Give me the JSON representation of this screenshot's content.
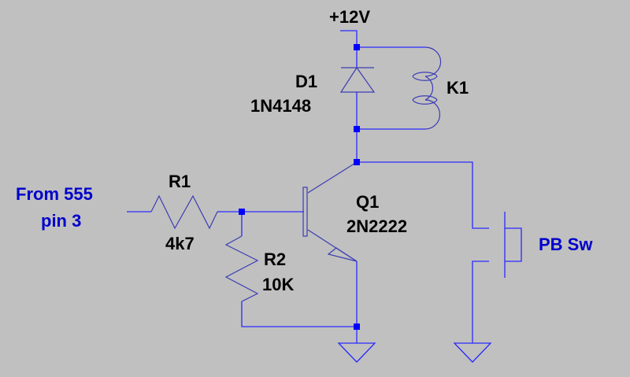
{
  "schematic": {
    "supply_label": "+12V",
    "input_label_line1": "From 555",
    "input_label_line2": "pin 3",
    "switch_label": "PB Sw",
    "components": {
      "R1": {
        "ref": "R1",
        "value": "4k7"
      },
      "R2": {
        "ref": "R2",
        "value": "10K"
      },
      "Q1": {
        "ref": "Q1",
        "value": "2N2222"
      },
      "D1": {
        "ref": "D1",
        "value": "1N4148"
      },
      "K1": {
        "ref": "K1"
      }
    },
    "colors": {
      "background": "#c0c0c0",
      "wire": "#2a2aff",
      "component": "#3c3cb4",
      "net_label": "#0000cc"
    }
  }
}
